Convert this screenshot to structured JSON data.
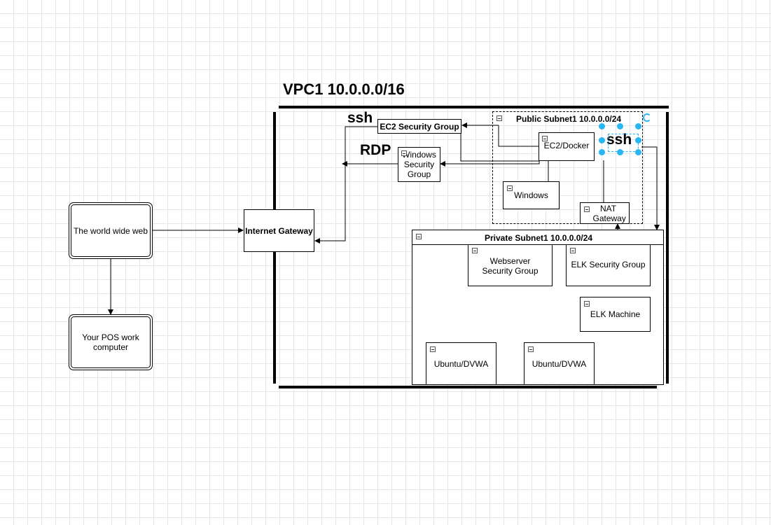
{
  "vpc": {
    "title": "VPC1 10.0.0.0/16"
  },
  "nodes": {
    "world_wide_web": "The world wide web",
    "pos_computer": "Your POS work computer",
    "internet_gateway": "Internet Gateway",
    "ec2_security_group": "EC2 Security Group",
    "windows_security_group": "Windows Security Group",
    "public_subnet": "Public Subnet1 10.0.0.0/24",
    "ec2_docker": "EC2/Docker",
    "windows": "Windows",
    "nat_gateway": "NAT Gateway",
    "private_subnet": "Private Subnet1 10.0.0.0/24",
    "webserver_security_group": "Webserver Security Group",
    "elk_security_group": "ELK Security Group",
    "elk_machine": "ELK Machine",
    "ubuntu_dvwa_1": "Ubuntu/DVWA",
    "ubuntu_dvwa_2": "Ubuntu/DVWA"
  },
  "labels": {
    "ssh_top": "ssh",
    "rdp": "RDP",
    "ssh_selected": "ssh"
  },
  "colors": {
    "selection": "#29b6f2",
    "grid": "#e6e6e6"
  }
}
